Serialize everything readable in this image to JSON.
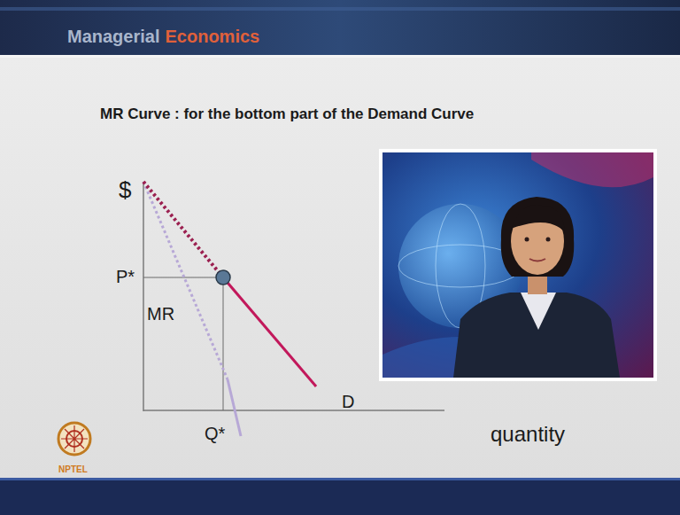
{
  "diagram": {
    "title": "MR Curve : for the bottom part of the Demand Curve",
    "labels": [
      "Managerial",
      "Economics",
      "$",
      "P*",
      "MR",
      "Q*",
      "D",
      "quantity",
      "NPTEL"
    ]
  }
}
